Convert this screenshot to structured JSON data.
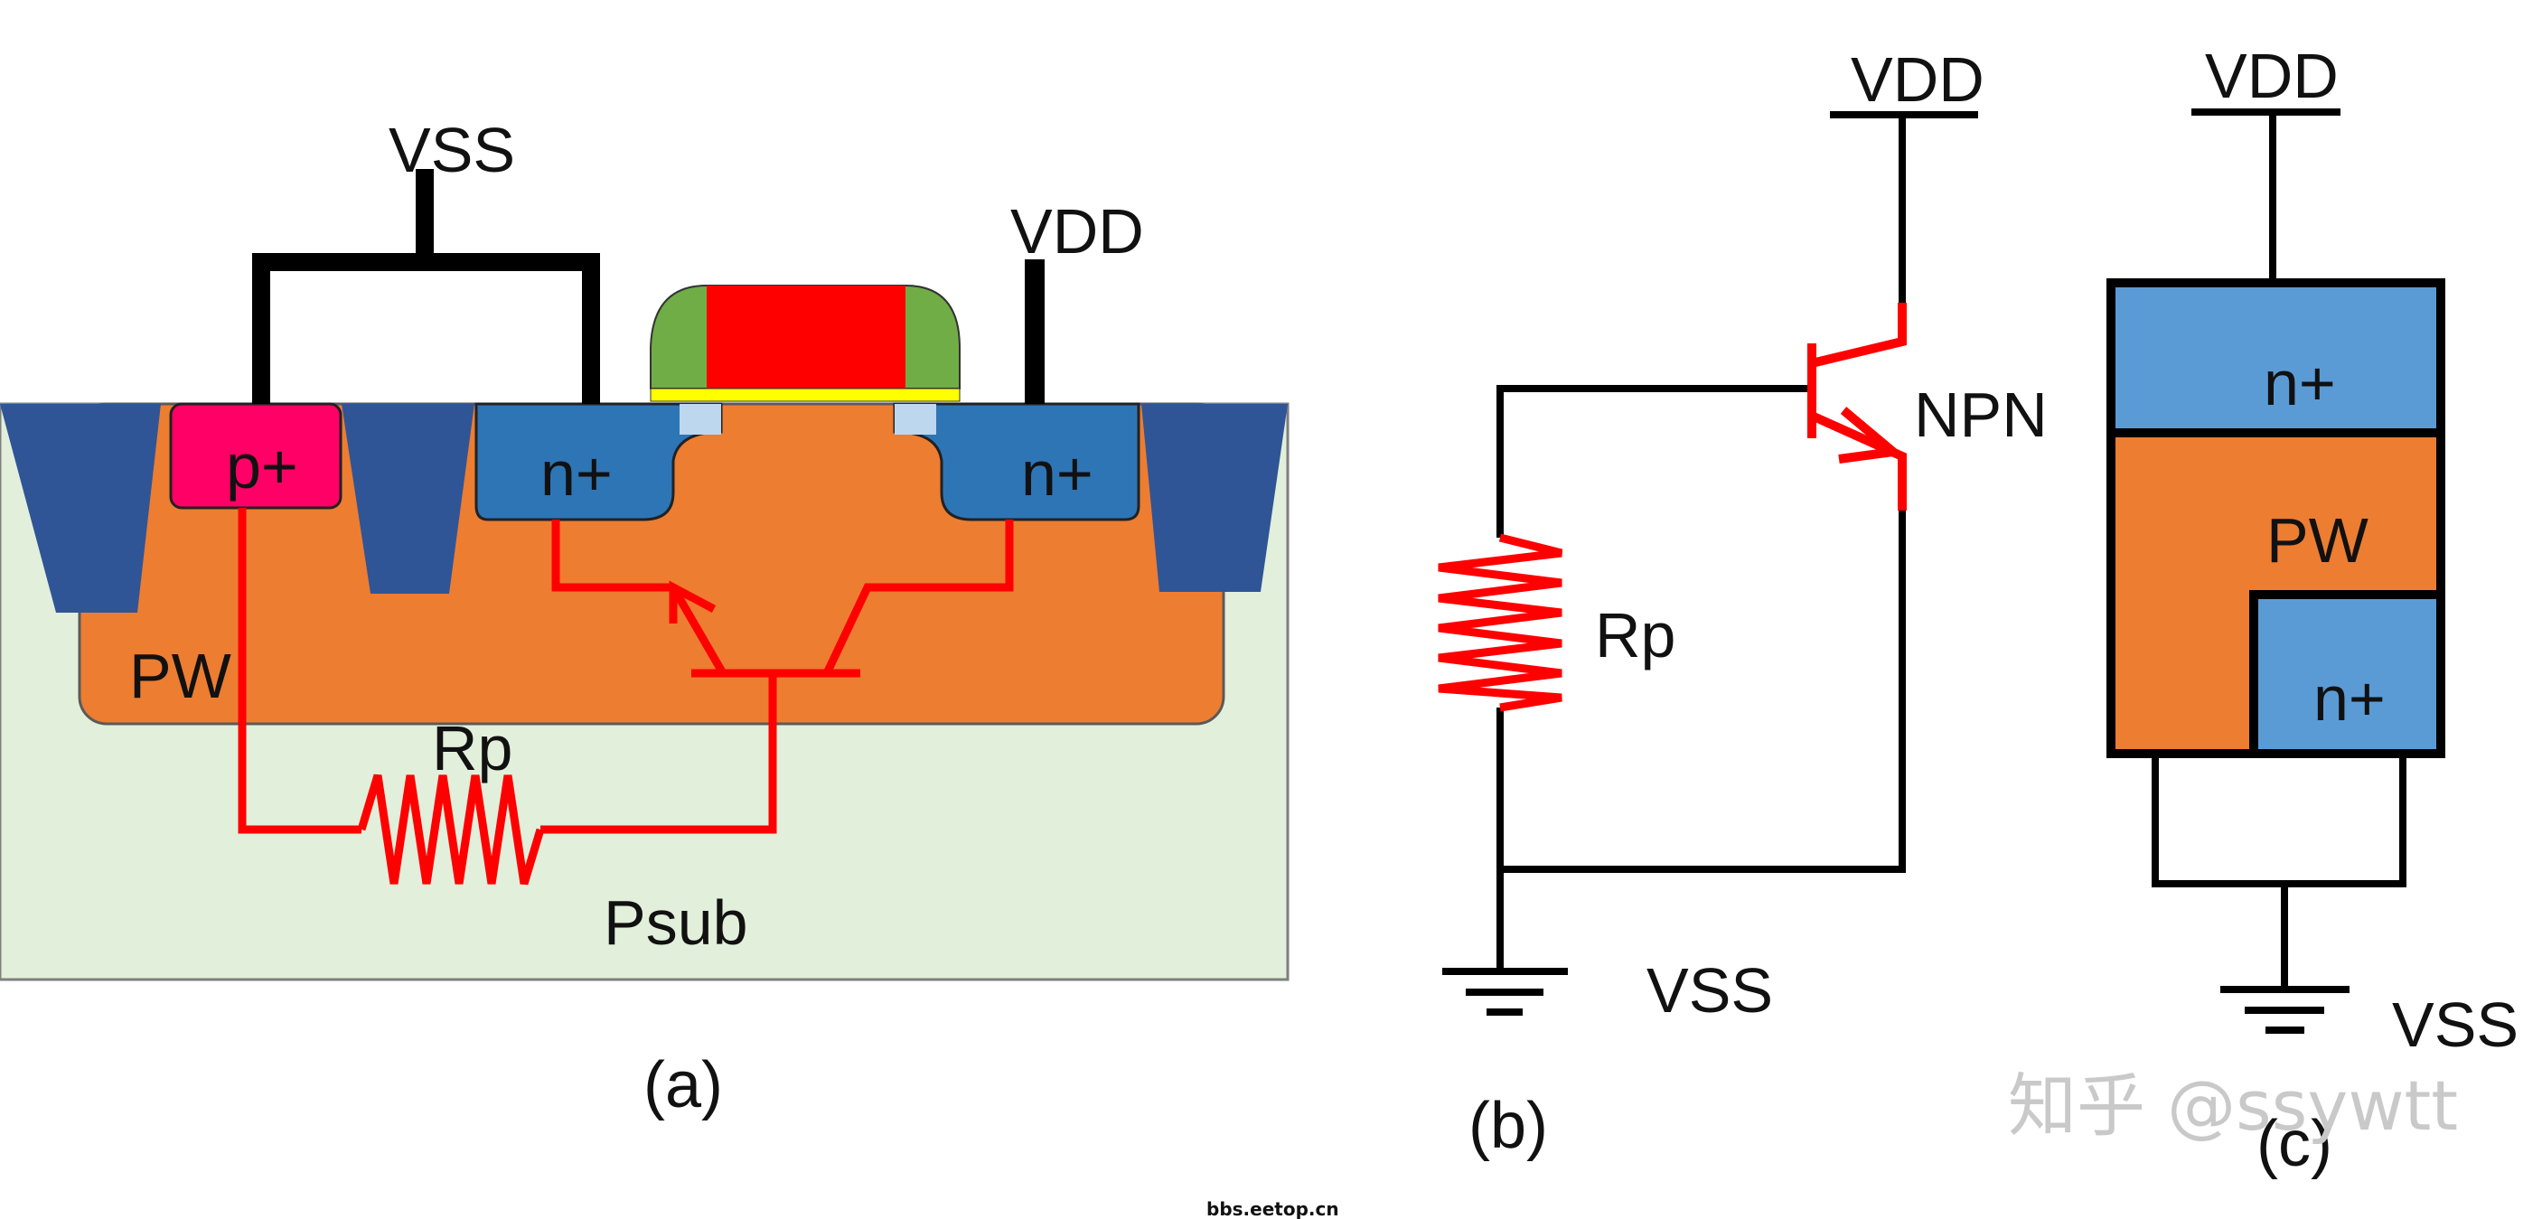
{
  "panel_a": {
    "caption": "(a)",
    "vss_label": "VSS",
    "vdd_label": "VDD",
    "p_plus_label": "p+",
    "n_plus_left_label": "n+",
    "n_plus_right_label": "n+",
    "pw_label": "PW",
    "rp_label": "Rp",
    "psub_label": "Psub"
  },
  "panel_b": {
    "caption": "(b)",
    "vdd_label": "VDD",
    "npn_label": "NPN",
    "rp_label": "Rp",
    "vss_label": "VSS"
  },
  "panel_c": {
    "caption": "(c)",
    "vdd_label": "VDD",
    "n_plus_top_label": "n+",
    "pw_label": "PW",
    "n_plus_bottom_label": "n+",
    "vss_label": "VSS"
  },
  "watermark": "知乎 @ssywtt",
  "source_label": "bbs.eetop.cn",
  "colors": {
    "substrate": "#e2efda",
    "pwell": "#ed7d31",
    "sti": "#2f5597",
    "n_plus": "#2e75b6",
    "p_plus": "#ff0066",
    "gate_poly": "#ff0000",
    "spacer": "#70ad47",
    "gate_oxide": "#ffff00",
    "parasitic_red": "#ff0000",
    "metal_black": "#000000",
    "block_blue": "#5b9bd5",
    "block_orange": "#ed7d31"
  }
}
